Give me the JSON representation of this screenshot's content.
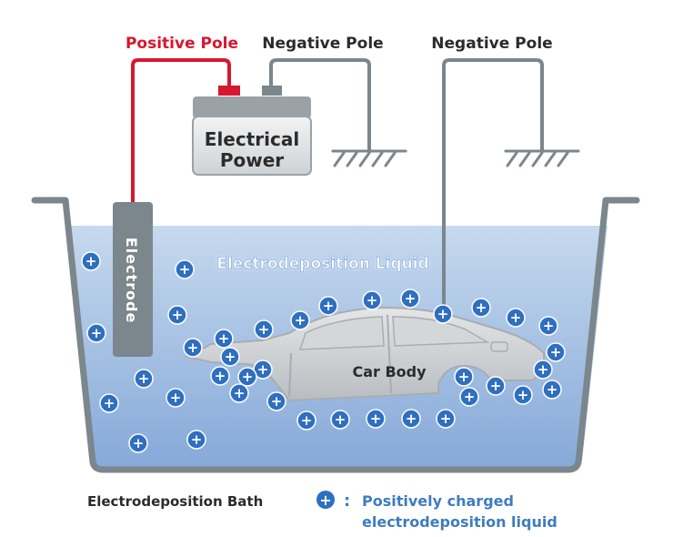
{
  "labels": {
    "positive_pole": "Positive Pole",
    "negative_pole_1": "Negative Pole",
    "negative_pole_2": "Negative Pole",
    "power_line1": "Electrical",
    "power_line2": "Power",
    "electrode": "Electrode",
    "liquid": "Electrodeposition Liquid",
    "car_body": "Car Body",
    "bath": "Electrodeposition Bath"
  },
  "legend": {
    "symbol": "+",
    "colon": ":",
    "line1": "Positively charged",
    "line2": "electrodeposition liquid"
  },
  "colors": {
    "positive": "#d7172f",
    "wire": "#7b868d",
    "liquid_top": "#c3d6ec",
    "liquid_bottom": "#8caedb",
    "ion": "#2f6fc0",
    "legend_text": "#3f7cc0",
    "label_text": "#2b2b2b"
  },
  "particles": {
    "count": 44,
    "symbol": "+"
  }
}
